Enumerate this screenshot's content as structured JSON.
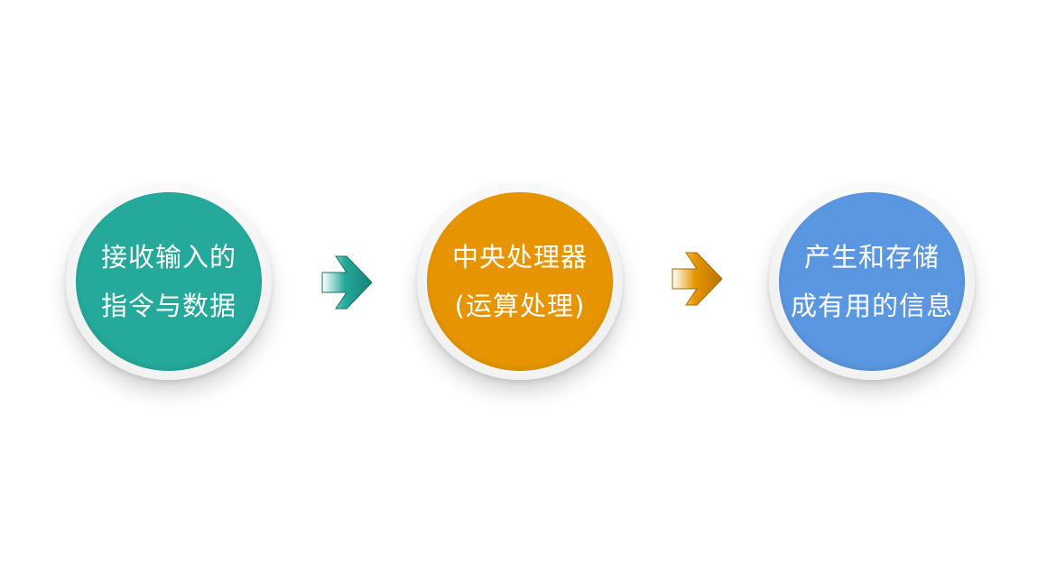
{
  "diagram": {
    "nodes": [
      {
        "lines": [
          "接收输入的",
          "指令与数据"
        ],
        "color": "#24a99a"
      },
      {
        "lines": [
          "中央处理器",
          "(运算处理)"
        ],
        "color": "#e69500"
      },
      {
        "lines": [
          "产生和存储",
          "成有用的信息"
        ],
        "color": "#5a97e0"
      }
    ],
    "arrows": [
      {
        "icon": "arrow-right-icon",
        "color": "#24a99a"
      },
      {
        "icon": "arrow-right-icon",
        "color": "#e69500"
      }
    ]
  }
}
